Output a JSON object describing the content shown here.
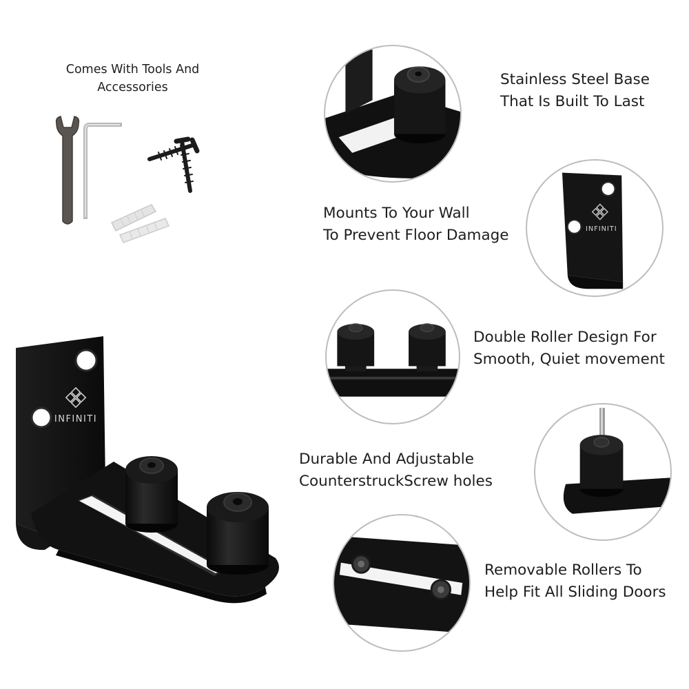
{
  "tools_caption": {
    "line1": "Comes With Tools And",
    "line2": "Accessories"
  },
  "brand": {
    "logo_text": "INFINITI"
  },
  "features": [
    {
      "line1": "Stainless Steel Base",
      "line2": "That Is Built To Last"
    },
    {
      "line1": "Mounts To Your Wall",
      "line2": "To Prevent Floor Damage"
    },
    {
      "line1": "Double Roller Design For",
      "line2": "Smooth, Quiet movement"
    },
    {
      "line1": "Durable And Adjustable",
      "line2": "CounterstruckScrew holes"
    },
    {
      "line1": "Removable Rollers To",
      "line2": "Help Fit All Sliding Doors"
    }
  ],
  "colors": {
    "metal": "#141414",
    "circle_border": "#bdbdbd",
    "text": "#1e1e1e"
  }
}
